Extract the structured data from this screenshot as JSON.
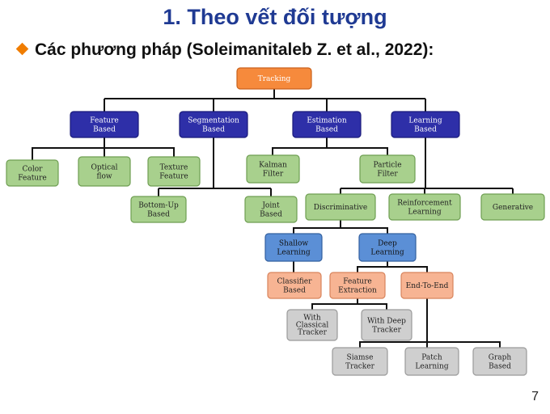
{
  "title": "1. Theo vết đối tượng",
  "bullet": "Các phương pháp (Soleimanitaleb Z. et al., 2022):",
  "page_number": "7",
  "colors": {
    "orange": "#f68a3c",
    "navy": "#2e2fa8",
    "green": "#a8d08d",
    "blue": "#5b8fd6",
    "salmon": "#f7b493",
    "gray": "#cfcfcf"
  },
  "nodes": {
    "tracking": "Tracking",
    "feature_based": "Feature\nBased",
    "segmentation_based": "Segmentation\nBased",
    "estimation_based": "Estimation\nBased",
    "learning_based": "Learning\nBased",
    "color_feature": "Color\nFeature",
    "optical_flow": "Optical\nflow",
    "texture_feature": "Texture\nFeature",
    "kalman_filter": "Kalman\nFilter",
    "particle_filter": "Particle\nFilter",
    "bottom_up_based": "Bottom-Up\nBased",
    "joint_based": "Joint\nBased",
    "discriminative": "Discriminative",
    "reinforcement_learning": "Reinforcement\nLearning",
    "generative": "Generative",
    "shallow_learning": "Shallow\nLearning",
    "deep_learning": "Deep\nLearning",
    "classifier_based": "Classifier\nBased",
    "feature_extraction": "Feature\nExtraction",
    "end_to_end": "End-To-End",
    "with_classical_tracker": "With\nClassical\nTracker",
    "with_deep_tracker": "With Deep\nTracker",
    "siamese_tracker": "Siamse\nTracker",
    "patch_learning": "Patch\nLearning",
    "graph_based": "Graph\nBased"
  }
}
